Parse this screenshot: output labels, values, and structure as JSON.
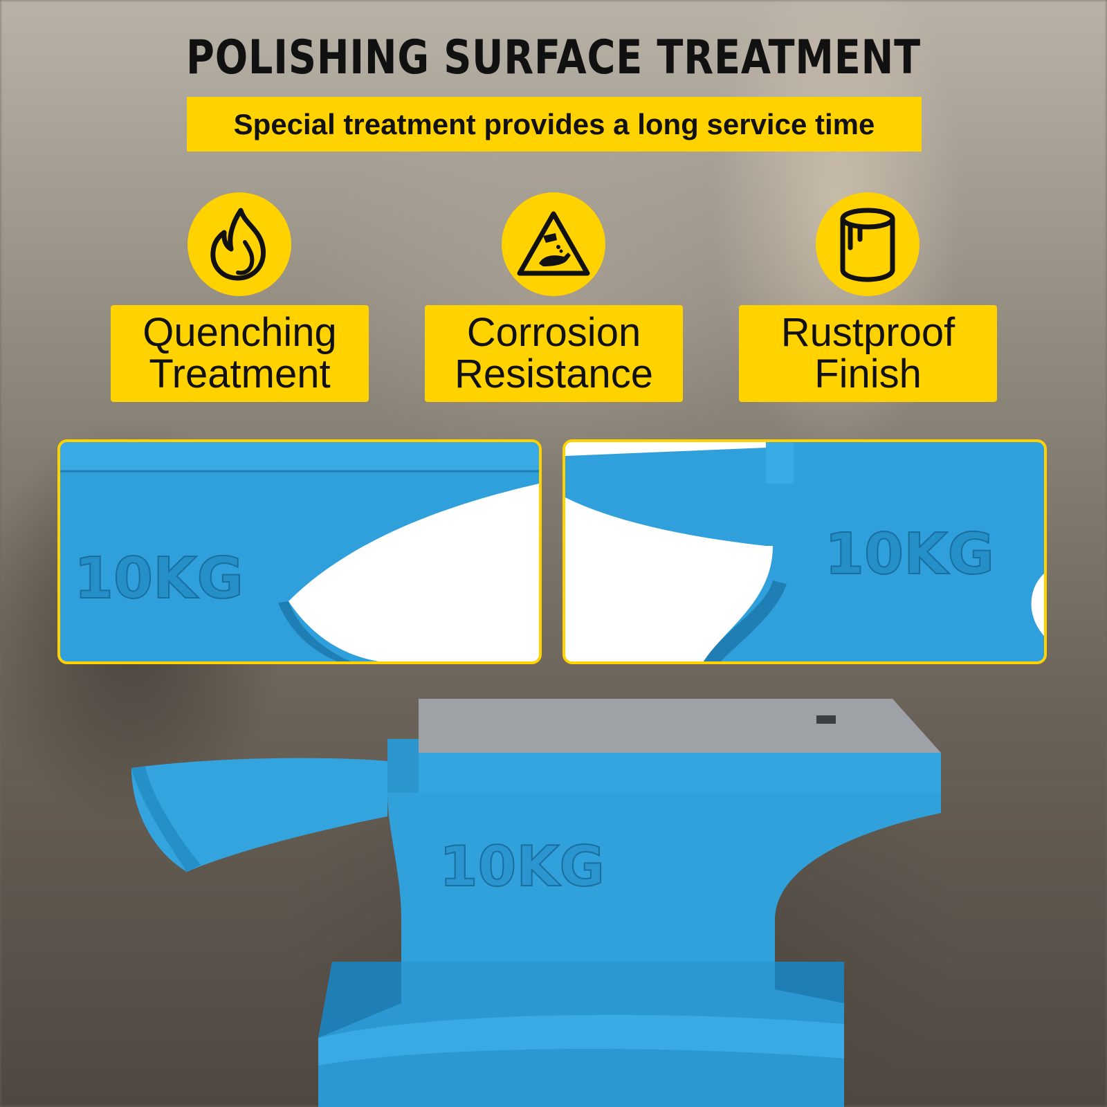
{
  "title": "POLISHING SURFACE TREATMENT",
  "subtitle": "Special treatment provides a long service time",
  "features": [
    {
      "icon": "flame-icon",
      "line1": "Quenching",
      "line2": "Treatment"
    },
    {
      "icon": "corrosion-warning-icon",
      "line1": "Corrosion",
      "line2": "Resistance"
    },
    {
      "icon": "paint-can-icon",
      "line1": "Rustproof",
      "line2": "Finish"
    }
  ],
  "details": [
    {
      "label": "10KG"
    },
    {
      "label": "10KG"
    }
  ],
  "anvil": {
    "label": "10KG"
  },
  "colors": {
    "accent_yellow": "#ffd200",
    "anvil_blue": "#2fa0dc",
    "anvil_top_gray": "#9a9ea3",
    "title_black": "#111111"
  }
}
